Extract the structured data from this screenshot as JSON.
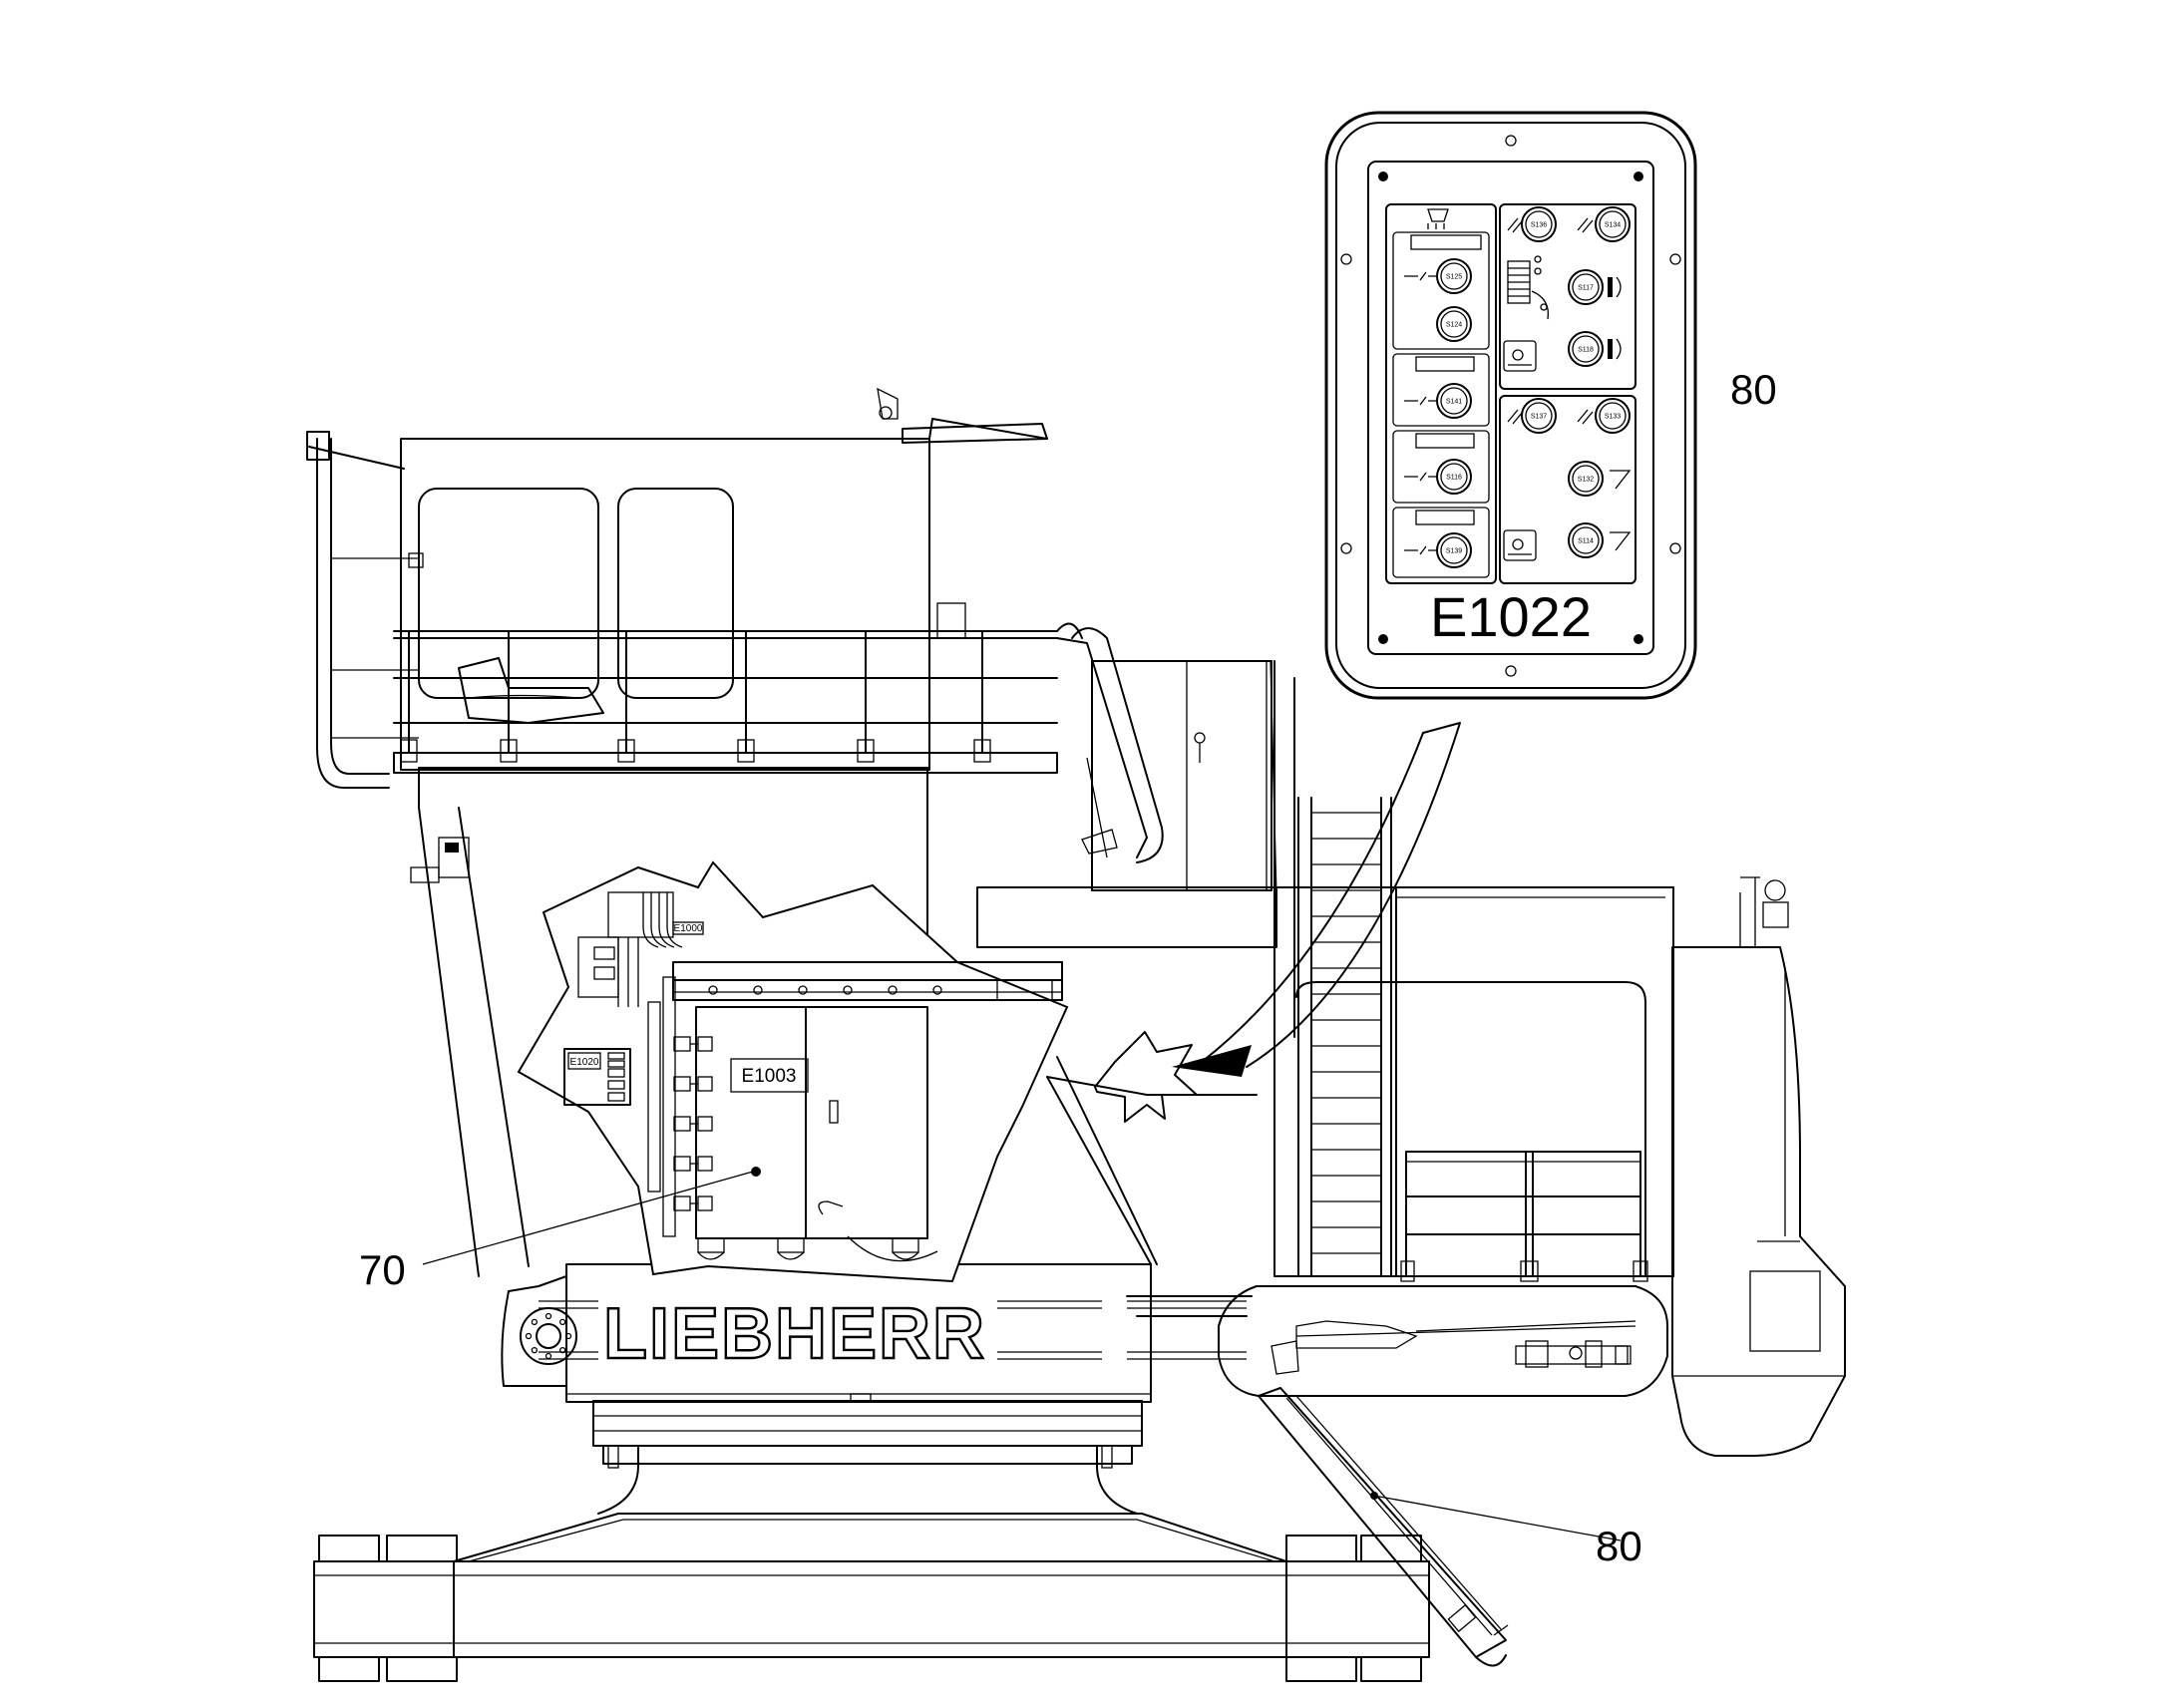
{
  "callouts": {
    "left": "70",
    "top_right": "80",
    "bottom_right": "80"
  },
  "components": {
    "main_cabinet": "E1003",
    "side_box": "E1020",
    "small_box": "E1000",
    "detail_panel": "E1022"
  },
  "brand": "LIEBHERR",
  "panel_switches": {
    "left": [
      "S125",
      "S124",
      "S141",
      "S116",
      "S139"
    ],
    "right_top": [
      "S136",
      "S134",
      "S117",
      "S118"
    ],
    "right_bottom": [
      "S137",
      "S133",
      "S132",
      "S114"
    ]
  },
  "colors": {
    "line": "#000000",
    "background": "#ffffff"
  },
  "icons": [
    "pointer-arrow-icon",
    "star-burst-icon",
    "light-icon",
    "hand-icon"
  ]
}
